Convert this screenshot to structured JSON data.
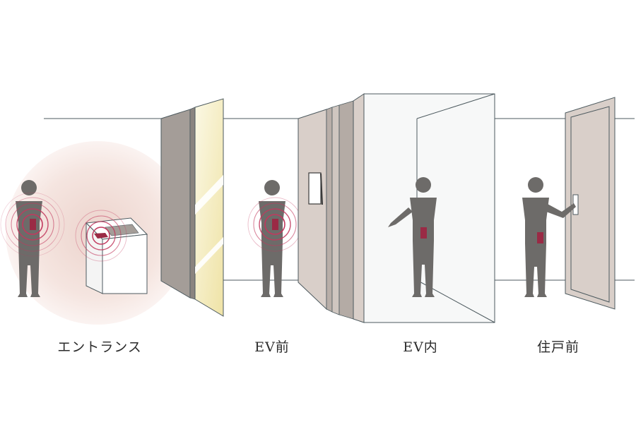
{
  "captions": {
    "entrance": "エントランス",
    "ev_front": "EV前",
    "ev_inside": "EV内",
    "unit_door": "住戸前"
  },
  "colors": {
    "figure": "#6d6b69",
    "key": "#9a2a45",
    "wave": "#c2385e",
    "line": "#4d5a5f",
    "panel": "#a49d98",
    "glass": "#f4edc2",
    "door": "#d9cfc9",
    "halo": "#f2dfd9"
  }
}
